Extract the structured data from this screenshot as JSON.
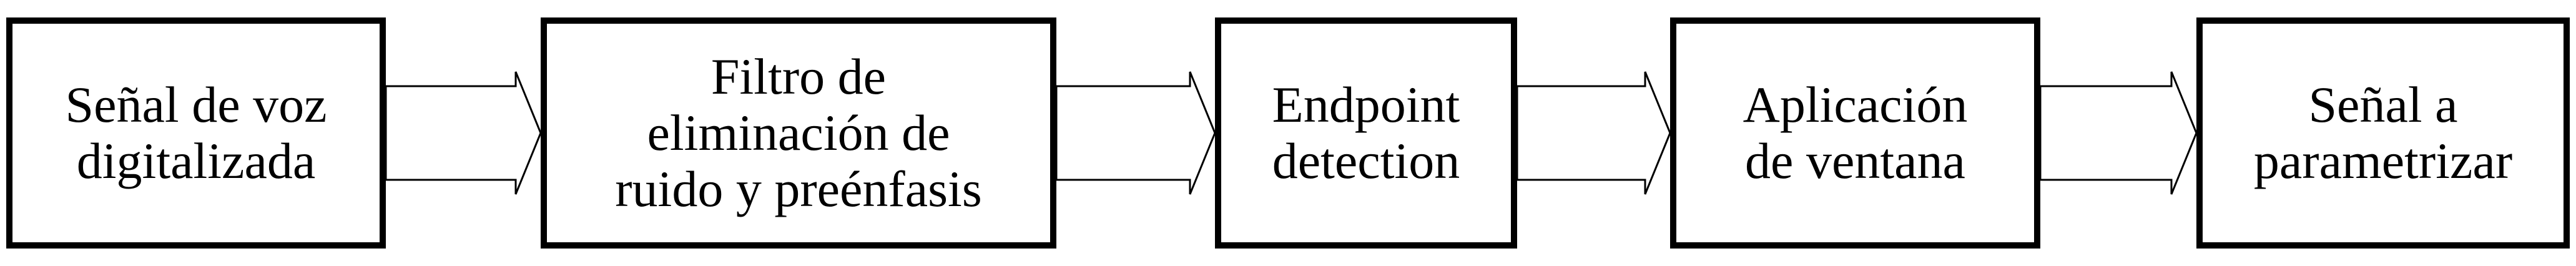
{
  "diagram": {
    "blocks": [
      {
        "label": "Señal de voz\ndigitalizada"
      },
      {
        "label": "Filtro de\neliminación de\nruido y preénfasis"
      },
      {
        "label": "Endpoint\ndetection"
      },
      {
        "label": "Aplicación\nde ventana"
      },
      {
        "label": "Señal a\nparametrizar"
      }
    ],
    "arrows": [
      {
        "from": 0,
        "to": 1
      },
      {
        "from": 1,
        "to": 2
      },
      {
        "from": 2,
        "to": 3
      },
      {
        "from": 3,
        "to": 4
      }
    ]
  }
}
